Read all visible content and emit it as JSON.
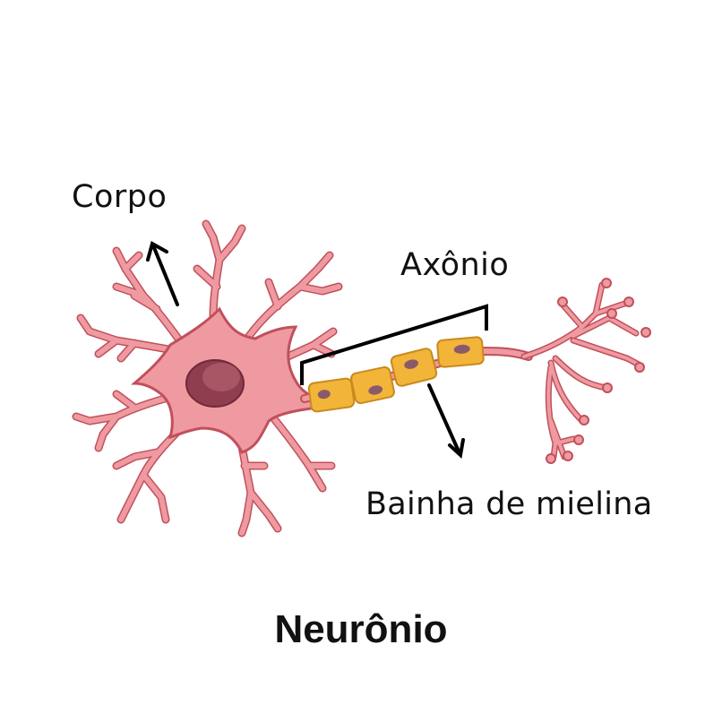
{
  "diagram": {
    "title": "Neurônio",
    "labels": {
      "cell_body": "Corpo",
      "axon": "Axônio",
      "myelin_sheath": "Bainha de mielina"
    },
    "parts": [
      "dendrites",
      "cell-body",
      "nucleus",
      "axon",
      "myelin-sheath",
      "axon-terminals"
    ],
    "colors": {
      "neuron_fill": "#EE9AA0",
      "neuron_outline": "#C0505C",
      "nucleus_fill": "#8E3E4E",
      "nucleus_highlight": "#A85566",
      "myelin_fill": "#F2B53A",
      "myelin_outline": "#C98A1E",
      "myelin_nucleus": "#8A5A6A",
      "arrow": "#000000",
      "text": "#111111"
    }
  }
}
